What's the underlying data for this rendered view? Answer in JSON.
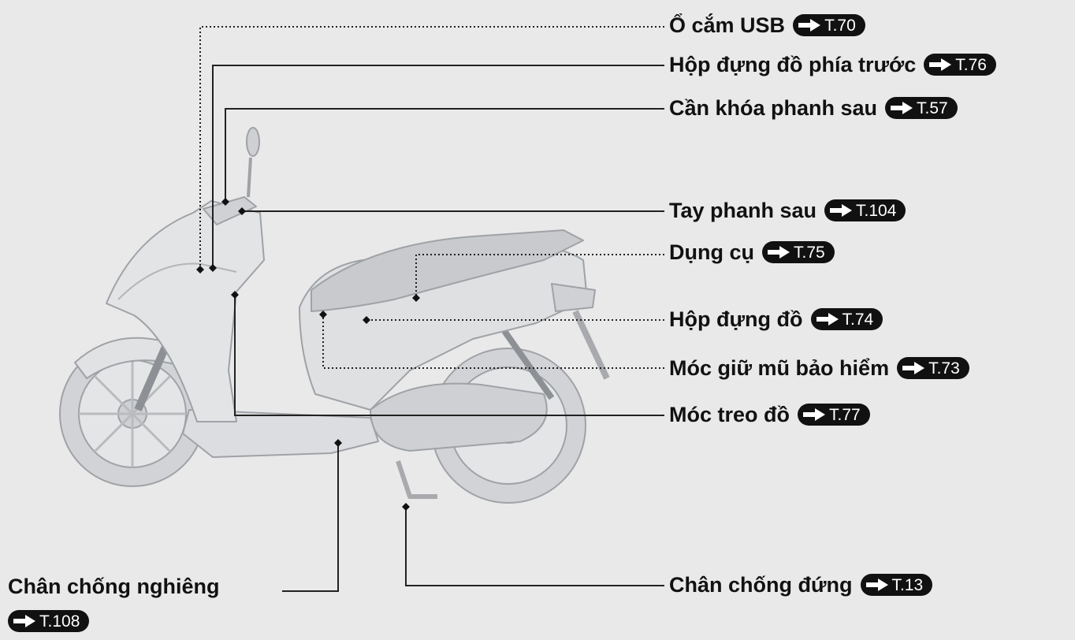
{
  "colors": {
    "background": "#e9e9e9",
    "text": "#111111",
    "pill_background": "#111111",
    "pill_text": "#ffffff",
    "leader_line": "#222222",
    "scooter_body": "#d7d8da",
    "scooter_outline": "#9fa2a6"
  },
  "icons": {
    "page_ref": "right-arrow-icon",
    "leader_end": "diamond-marker-icon"
  },
  "illustration": "scooter-side-view",
  "callouts": [
    {
      "id": "usb",
      "label": "Ổ cắm USB",
      "ref": "T.70",
      "line": "dotted"
    },
    {
      "id": "front-box",
      "label": "Hộp đựng đồ phía trước",
      "ref": "T.76",
      "line": "solid"
    },
    {
      "id": "rear-brake-lock",
      "label": "Cần khóa phanh sau",
      "ref": "T.57",
      "line": "solid"
    },
    {
      "id": "rear-brake-lever",
      "label": "Tay phanh sau",
      "ref": "T.104",
      "line": "solid"
    },
    {
      "id": "tools",
      "label": "Dụng cụ",
      "ref": "T.75",
      "line": "dotted"
    },
    {
      "id": "storage-box",
      "label": "Hộp đựng đồ",
      "ref": "T.74",
      "line": "dotted"
    },
    {
      "id": "helmet-hook",
      "label": "Móc giữ mũ bảo hiểm",
      "ref": "T.73",
      "line": "dotted"
    },
    {
      "id": "hanger-hook",
      "label": "Móc treo đồ",
      "ref": "T.77",
      "line": "solid"
    },
    {
      "id": "center-stand",
      "label": "Chân chống đứng",
      "ref": "T.13",
      "line": "solid"
    },
    {
      "id": "side-stand",
      "label": "Chân chống nghiêng",
      "ref": "T.108",
      "line": "solid"
    }
  ]
}
